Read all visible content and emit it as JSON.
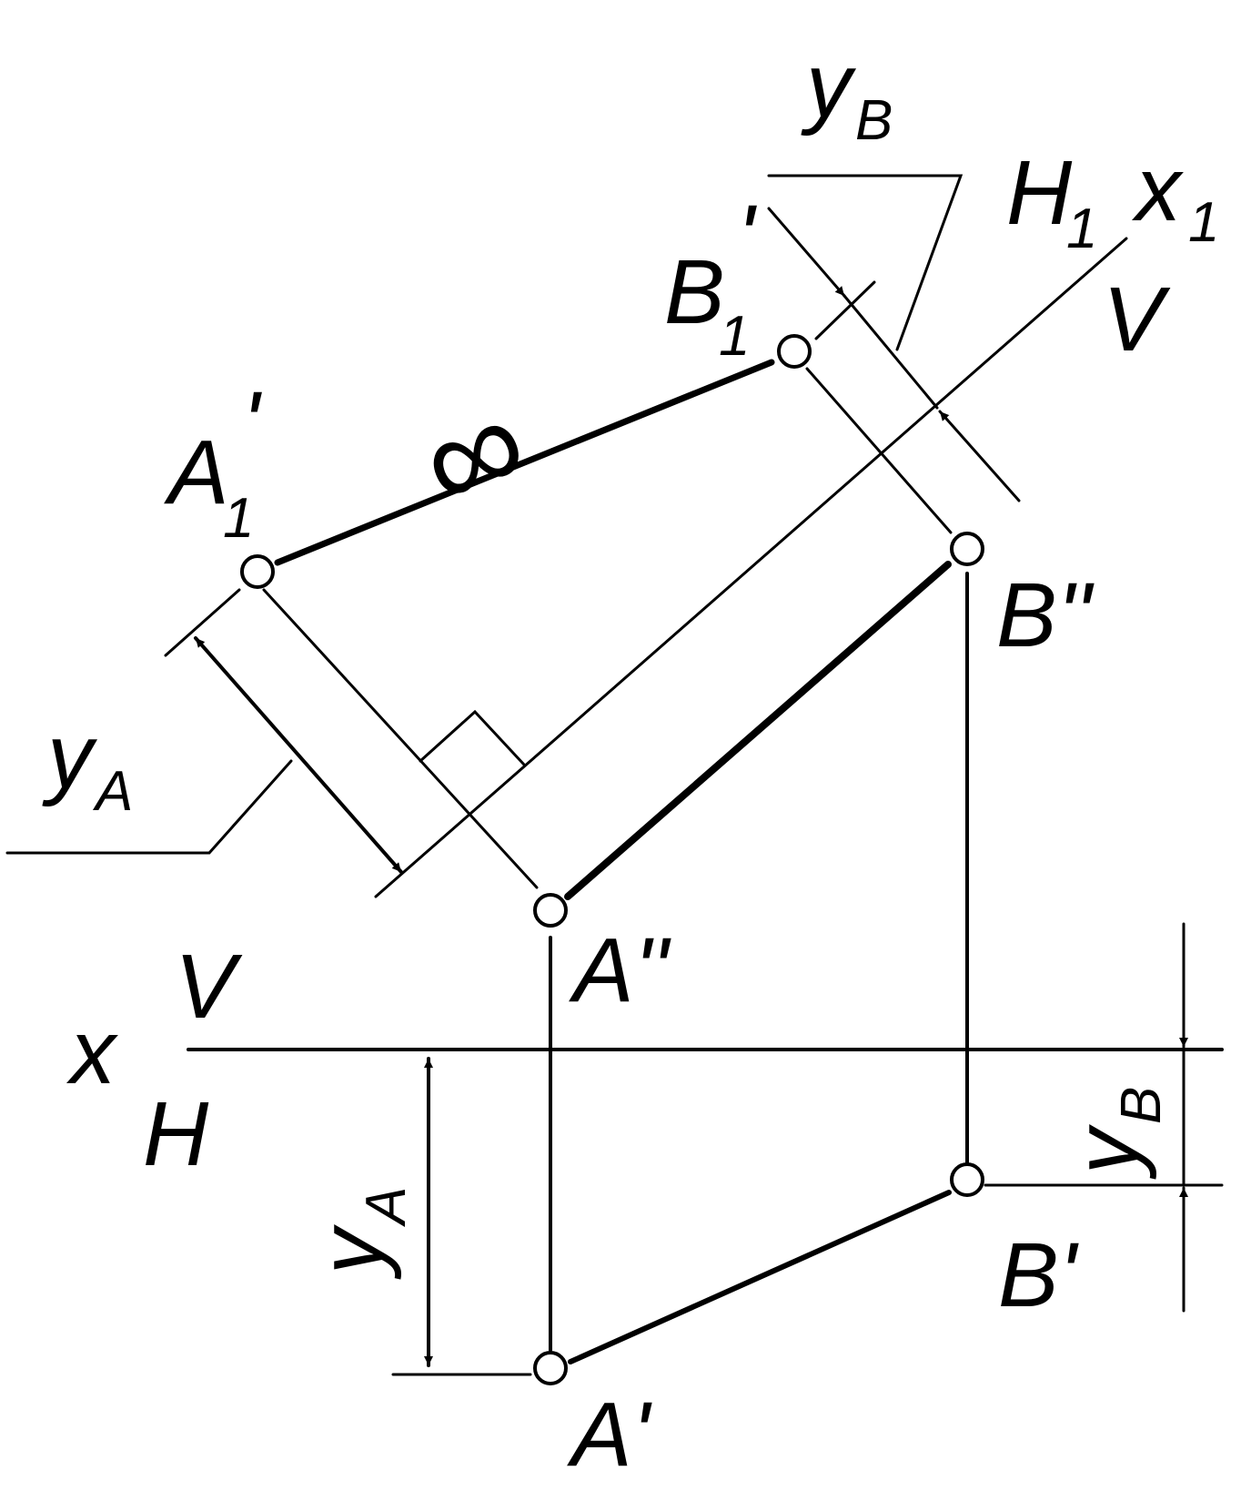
{
  "labels": {
    "x": "x",
    "V": "V",
    "H": "H",
    "x1": "x",
    "x1_sub": "1",
    "H1": "H",
    "H1_sub": "1",
    "V1": "V",
    "A2": "A''",
    "B2": "B''",
    "A1": "A'",
    "B1": "B'",
    "A1p": "A",
    "A1p_sub": "1",
    "A1p_prime": "'",
    "B1p": "B",
    "B1p_sub": "1",
    "B1p_prime": "'",
    "yA_top": "y",
    "yA_top_sub": "A",
    "yB_top": "y",
    "yB_top_sub": "B",
    "yA_bottom": "y",
    "yA_bottom_sub": "A",
    "yB_bottom": "y",
    "yB_bottom_sub": "B",
    "infinity": "∞"
  },
  "colors": {
    "ink": "#000000",
    "paper": "#ffffff"
  }
}
